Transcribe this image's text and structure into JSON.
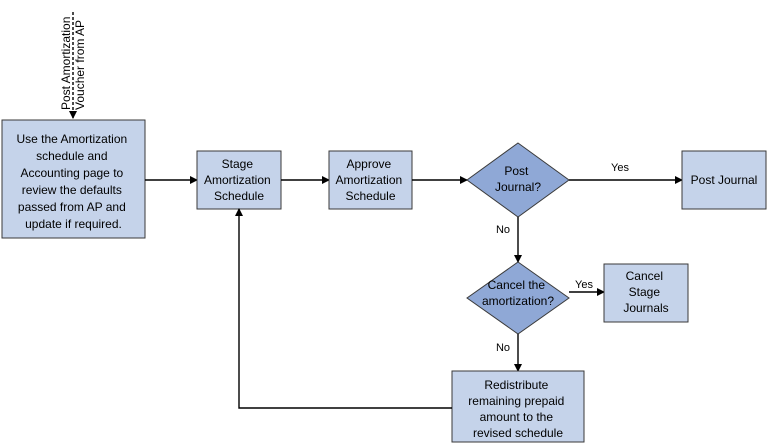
{
  "trigger": {
    "line1": "Post Amortization",
    "line2": "Voucher from AP"
  },
  "nodes": {
    "use_schedule": [
      "Use the Amortization",
      "schedule and",
      "Accounting page to",
      "review the defaults",
      "passed from AP and",
      "update if required."
    ],
    "stage": [
      "Stage",
      "Amortization",
      "Schedule"
    ],
    "approve": [
      "Approve",
      "Amortization",
      "Schedule"
    ],
    "post_journal_q": [
      "Post",
      "Journal?"
    ],
    "post_journal": [
      "Post Journal"
    ],
    "cancel_q": [
      "Cancel the",
      "amortization?"
    ],
    "cancel_stage": [
      "Cancel",
      "Stage",
      "Journals"
    ],
    "redistribute": [
      "Redistribute",
      "remaining prepaid",
      "amount to the",
      "revised schedule"
    ]
  },
  "edges": {
    "yes_post": "Yes",
    "no_post": "No",
    "yes_cancel": "Yes",
    "no_cancel": "No"
  },
  "colors": {
    "box_fill": "#c5d3ea",
    "decision_fill": "#8fa8d6",
    "stroke": "#3a3a3a"
  }
}
